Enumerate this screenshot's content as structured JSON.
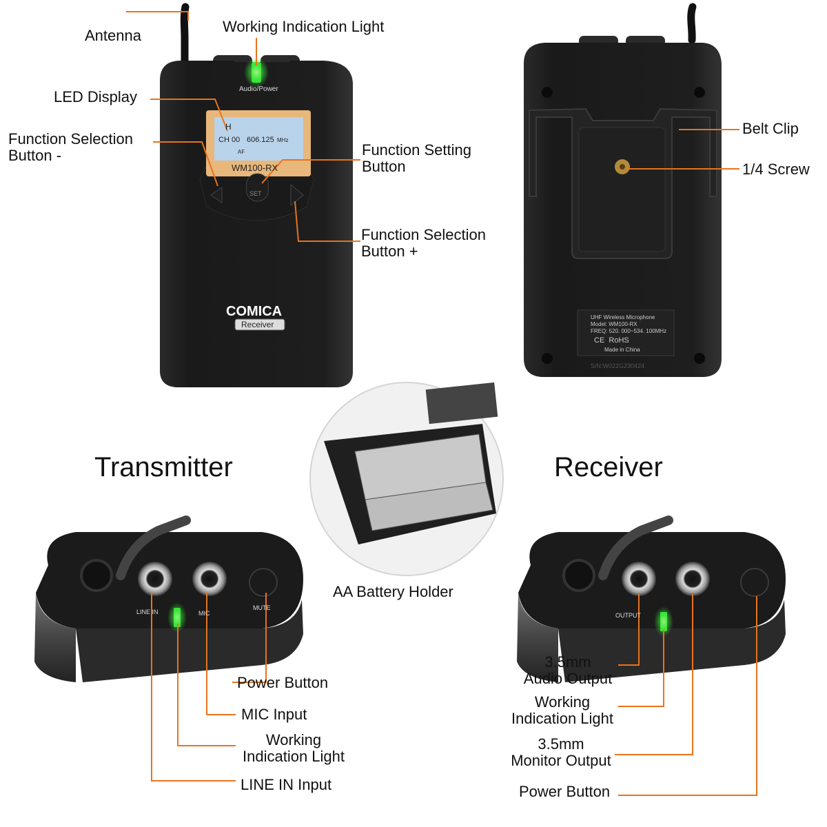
{
  "colors": {
    "leader": "#e8731d",
    "body": "#1c1c1c",
    "led": "#39e639",
    "lcd": "#b9d3ea",
    "lcd_frame": "#e7b77c"
  },
  "headings": {
    "transmitter": "Transmitter",
    "receiver": "Receiver"
  },
  "callouts": {
    "antenna": "Antenna",
    "working_light_top": "Working Indication Light",
    "led_display": "LED Display",
    "fn_minus": "Function Selection\nButton -",
    "fn_set": "Function Setting\nButton",
    "fn_plus": "Function Selection\nButton +",
    "belt_clip": "Belt Clip",
    "screw": "1/4 Screw",
    "battery": "AA Battery Holder",
    "tx_power": "Power Button",
    "tx_mic": "MIC Input",
    "tx_light": "Working\nIndication Light",
    "tx_line": "LINE IN Input",
    "rx_audio": "3.5mm\nAudio Output",
    "rx_light": "Working\nIndication Light",
    "rx_monitor": "3.5mm\nMonitor Output",
    "rx_power": "Power Button"
  },
  "device_front": {
    "top_label": "Audio/Power",
    "lcd_line1": "H",
    "lcd_ch": "CH 00",
    "lcd_freq": "606.125",
    "lcd_unit": "MHz",
    "lcd_af": "AF",
    "model": "WM100-RX",
    "set": "SET",
    "brand": "COMICA",
    "role": "Receiver"
  },
  "device_back": {
    "line1": "UHF Wireless Microphone",
    "line2": "Model: WM100-RX",
    "line3": "FREQ: 520. 000~534. 100MHz",
    "line4": "CE  RoHS",
    "line5": "Made in China",
    "serial": "S/N:W022G230424"
  },
  "tx_ports": {
    "line_in": "LINE IN",
    "mic": "MIC",
    "mute": "MUTE"
  },
  "rx_ports": {
    "output": "OUTPUT"
  }
}
